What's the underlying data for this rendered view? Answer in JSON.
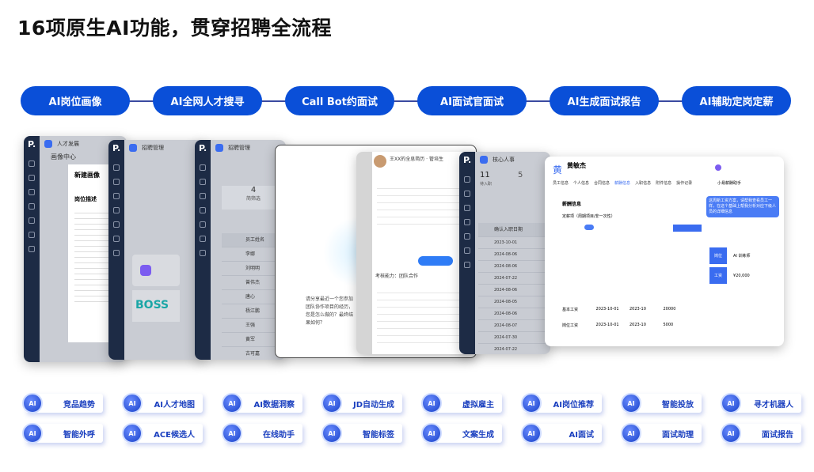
{
  "title": "16项原生AI功能，贯穿招聘全流程",
  "steps": [
    "AI岗位画像",
    "AI全网人才搜寻",
    "Call Bot约面试",
    "AI面试官面试",
    "AI生成面试报告",
    "AI辅助定岗定薪"
  ],
  "screens": {
    "s1": {
      "logo": "P.",
      "module": "人才发展",
      "dialog_title": "新建画像",
      "section": "岗位描述",
      "page": "画像中心"
    },
    "s2": {
      "logo": "P.",
      "module": "招聘管理",
      "partner": "BOSS"
    },
    "s3": {
      "logo": "P.",
      "module": "招聘管理",
      "stat": "4",
      "stat_label": "简筛选",
      "col": "员工姓名",
      "names": [
        "李娜",
        "刘明明",
        "曾伟杰",
        "唐心",
        "杨江鹏",
        "王强",
        "黄军",
        "古可嘉"
      ]
    },
    "s4": {
      "question": "请分享最近一个您参加团队协作项目的经历，您是怎么做的？最终结果如何？"
    },
    "s5": {
      "candidate": "王XX的全息简历 · 管培生",
      "ability": "考核能力：团队合作"
    },
    "s6": {
      "logo": "P.",
      "module": "核心人事",
      "count1": "11",
      "count1_label": "待入职",
      "count2": "5",
      "group": "确认入职日期",
      "dates": [
        "2023-10-01",
        "2024-08-06",
        "2024-08-06",
        "2024-07-22",
        "2024-08-06",
        "2024-08-05",
        "2024-08-06",
        "2024-08-07",
        "2024-07-30",
        "2024-07-22"
      ]
    },
    "s7": {
      "name": "黄敏杰",
      "tabs": [
        "员工信息",
        "个人信息",
        "合同信息",
        "薪酬信息",
        "入职信息",
        "附件信息",
        "操作记录"
      ],
      "section": "薪酬信息",
      "sub": "定薪项（周期项目/非一次性）",
      "assistant": "小易薪酬助手",
      "bubble": "这周新工资方案，请帮我查看员工一样，在这个基础上帮我分析对应下级人员的详细信息",
      "salary_rows": [
        [
          "基本工资",
          "2023-10-01",
          "2023-10",
          "20000"
        ],
        [
          "岗位工资",
          "2023-10-01",
          "2023-10",
          "5000"
        ]
      ],
      "cards": [
        [
          "岗位",
          "AI 训练师"
        ],
        [
          "工资",
          "¥20,000"
        ]
      ]
    }
  },
  "features": [
    [
      "竞品趋势",
      "AI人才地图",
      "AI数据洞察",
      "JD自动生成",
      "虚拟雇主",
      "AI岗位推荐",
      "智能投放",
      "寻才机器人"
    ],
    [
      "智能外呼",
      "ACE候选人",
      "在线助手",
      "智能标签",
      "文案生成",
      "AI面试",
      "面试助理",
      "面试报告"
    ]
  ],
  "ai_badge": "AI",
  "colors": {
    "accent": "#0a4fd8",
    "sidebar": "#1d2b45"
  }
}
